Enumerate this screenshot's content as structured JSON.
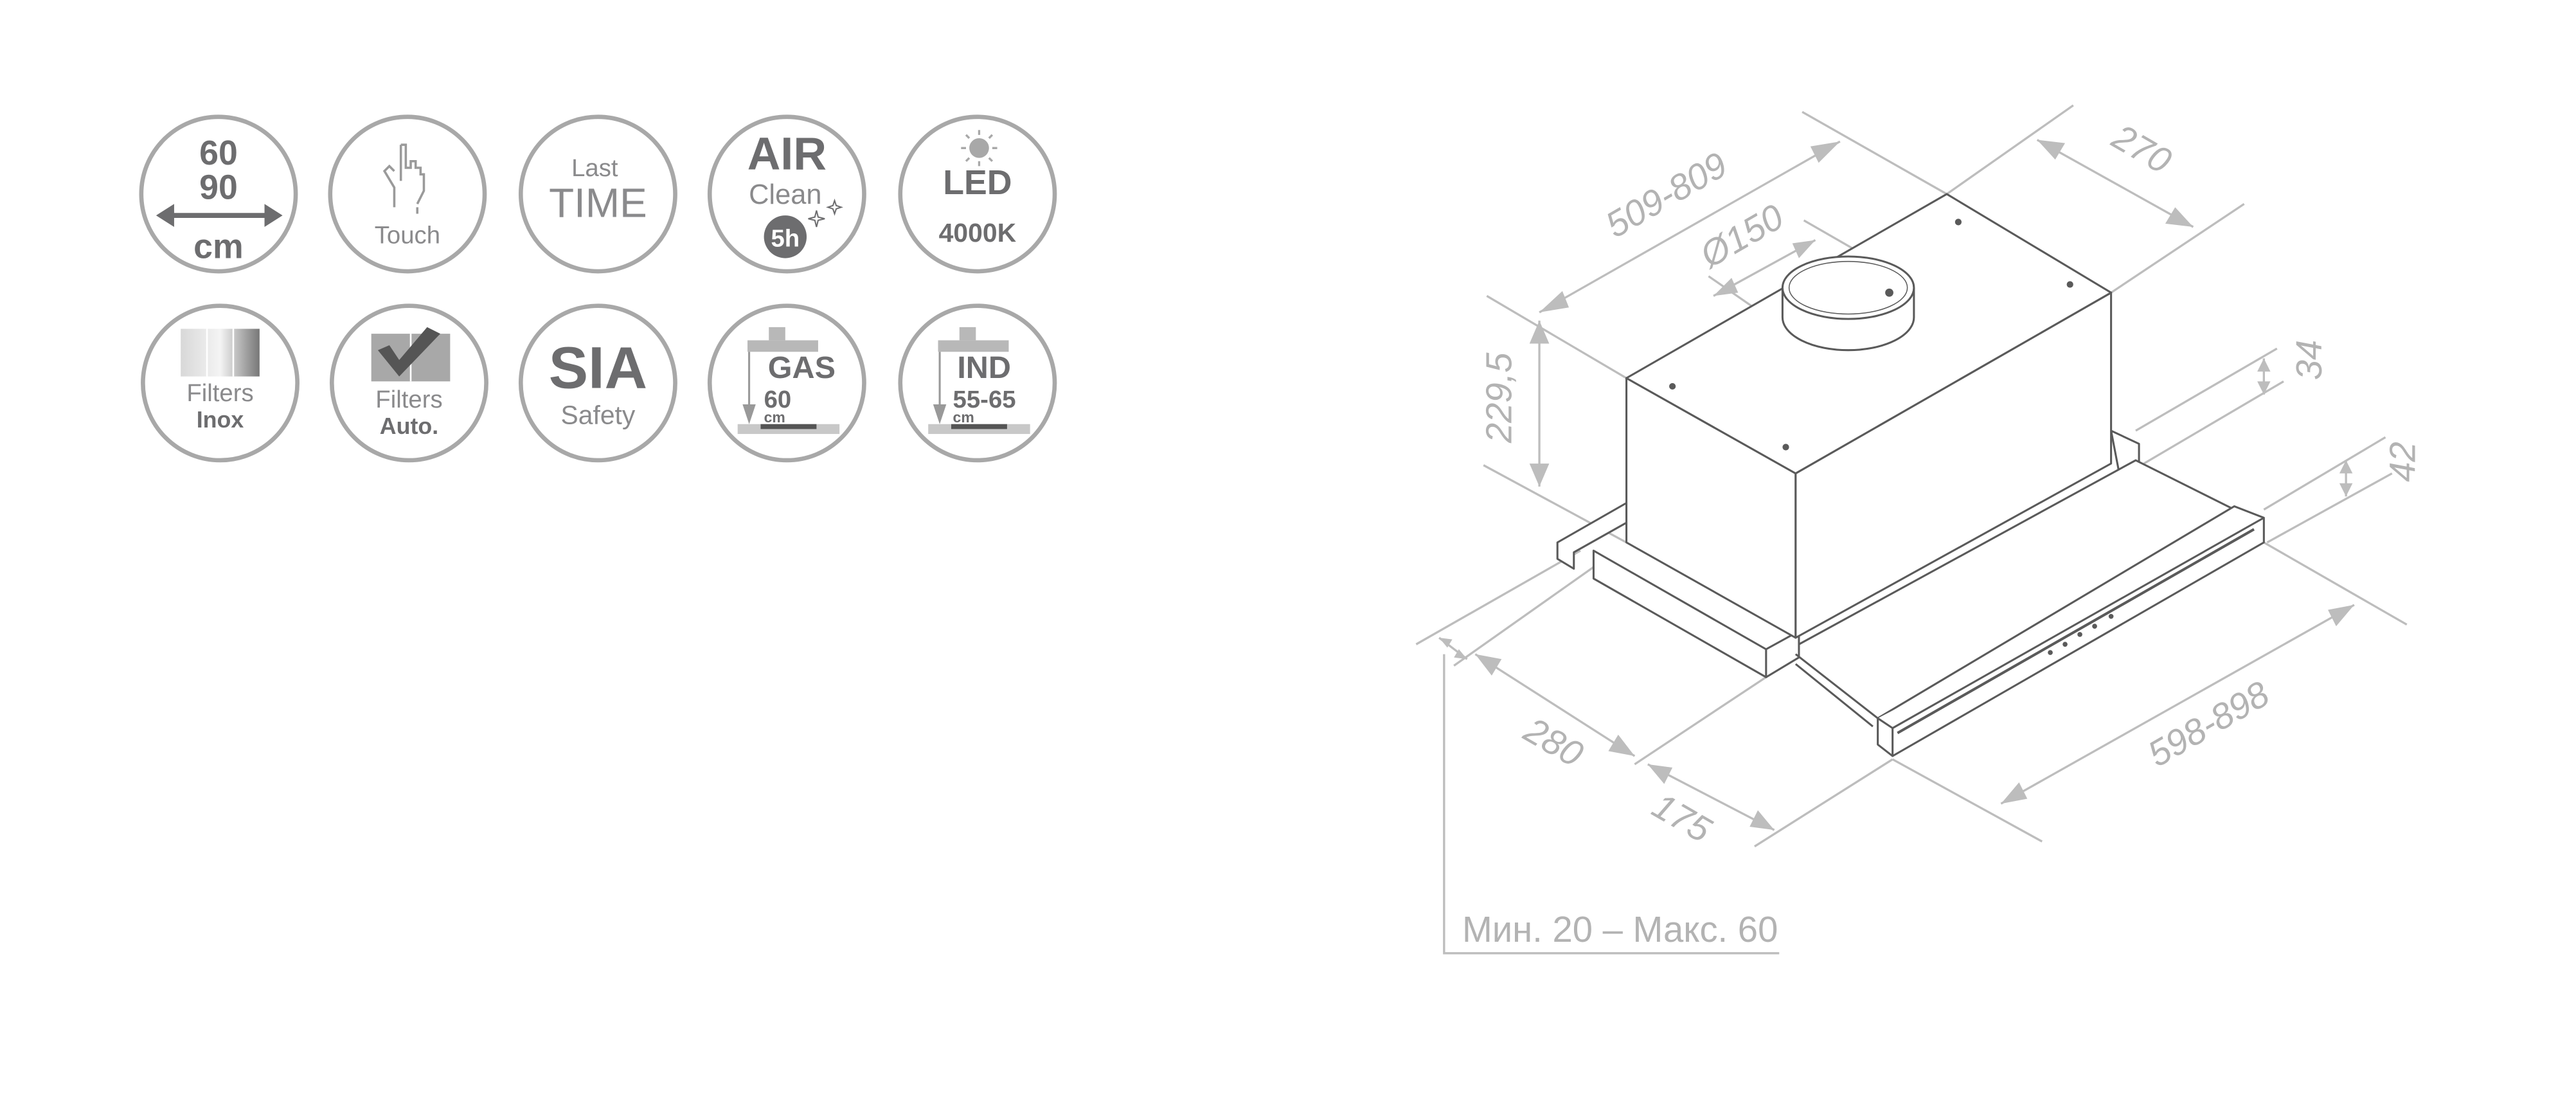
{
  "features": {
    "width": {
      "line1": "60",
      "line2": "90",
      "unit": "cm"
    },
    "touch": {
      "label": "Touch"
    },
    "last_time": {
      "line1": "Last",
      "line2": "TIME"
    },
    "air_clean": {
      "line1": "AIR",
      "line2": "Clean",
      "badge": "5h"
    },
    "led": {
      "line1": "LED",
      "line2": "4000K"
    },
    "filters_inox": {
      "line1": "Filters",
      "line2": "Inox"
    },
    "filters_auto": {
      "line1": "Filters",
      "line2": "Auto."
    },
    "sia": {
      "line1": "SIA",
      "line2": "Safety"
    },
    "gas": {
      "line1": "GAS",
      "line2": "60",
      "unit": "cm"
    },
    "ind": {
      "line1": "IND",
      "line2": "55-65",
      "unit": "cm"
    }
  },
  "dimensions": {
    "depth_range": "509-809",
    "duct": "Ø150",
    "body_depth": "270",
    "height": "229,5",
    "d34": "34",
    "d42": "42",
    "width_range": "598-898",
    "d280": "280",
    "d175": "175",
    "min_max": "Мин. 20 – Макс. 60"
  }
}
